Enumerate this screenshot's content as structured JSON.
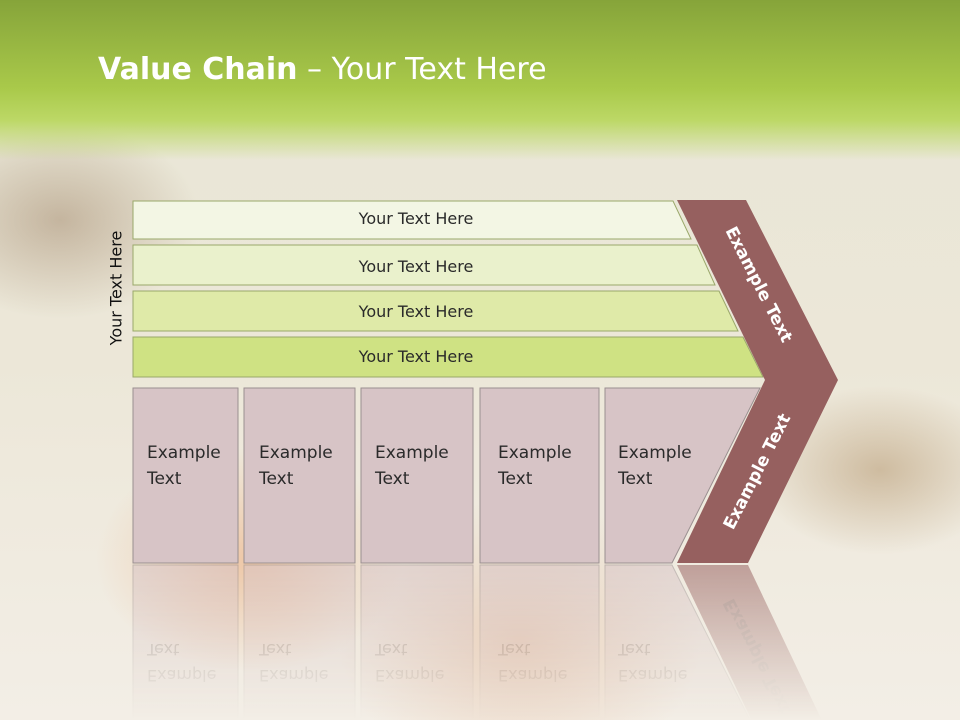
{
  "title": {
    "bold": "Value Chain",
    "rest": " – Your Text Here"
  },
  "side_label": "Your Text Here",
  "bars": [
    {
      "label": "Your Text Here",
      "color": "#f3f6e4"
    },
    {
      "label": "Your Text Here",
      "color": "#eaf1cc"
    },
    {
      "label": "Your Text Here",
      "color": "#dfeaa8"
    },
    {
      "label": "Your Text Here",
      "color": "#cfe283"
    }
  ],
  "boxes": [
    {
      "line1": "Example",
      "line2": "Text"
    },
    {
      "line1": "Example",
      "line2": "Text"
    },
    {
      "line1": "Example",
      "line2": "Text"
    },
    {
      "line1": "Example",
      "line2": "Text"
    },
    {
      "line1": "Example",
      "line2": "Text"
    }
  ],
  "chevron": {
    "top_label": "Example Text",
    "bottom_label": "Example Text",
    "color": "#96605f"
  },
  "colors": {
    "box_fill": "#d7c4c6",
    "bar_stroke": "#9aa86a",
    "box_stroke": "#9a8f90"
  }
}
